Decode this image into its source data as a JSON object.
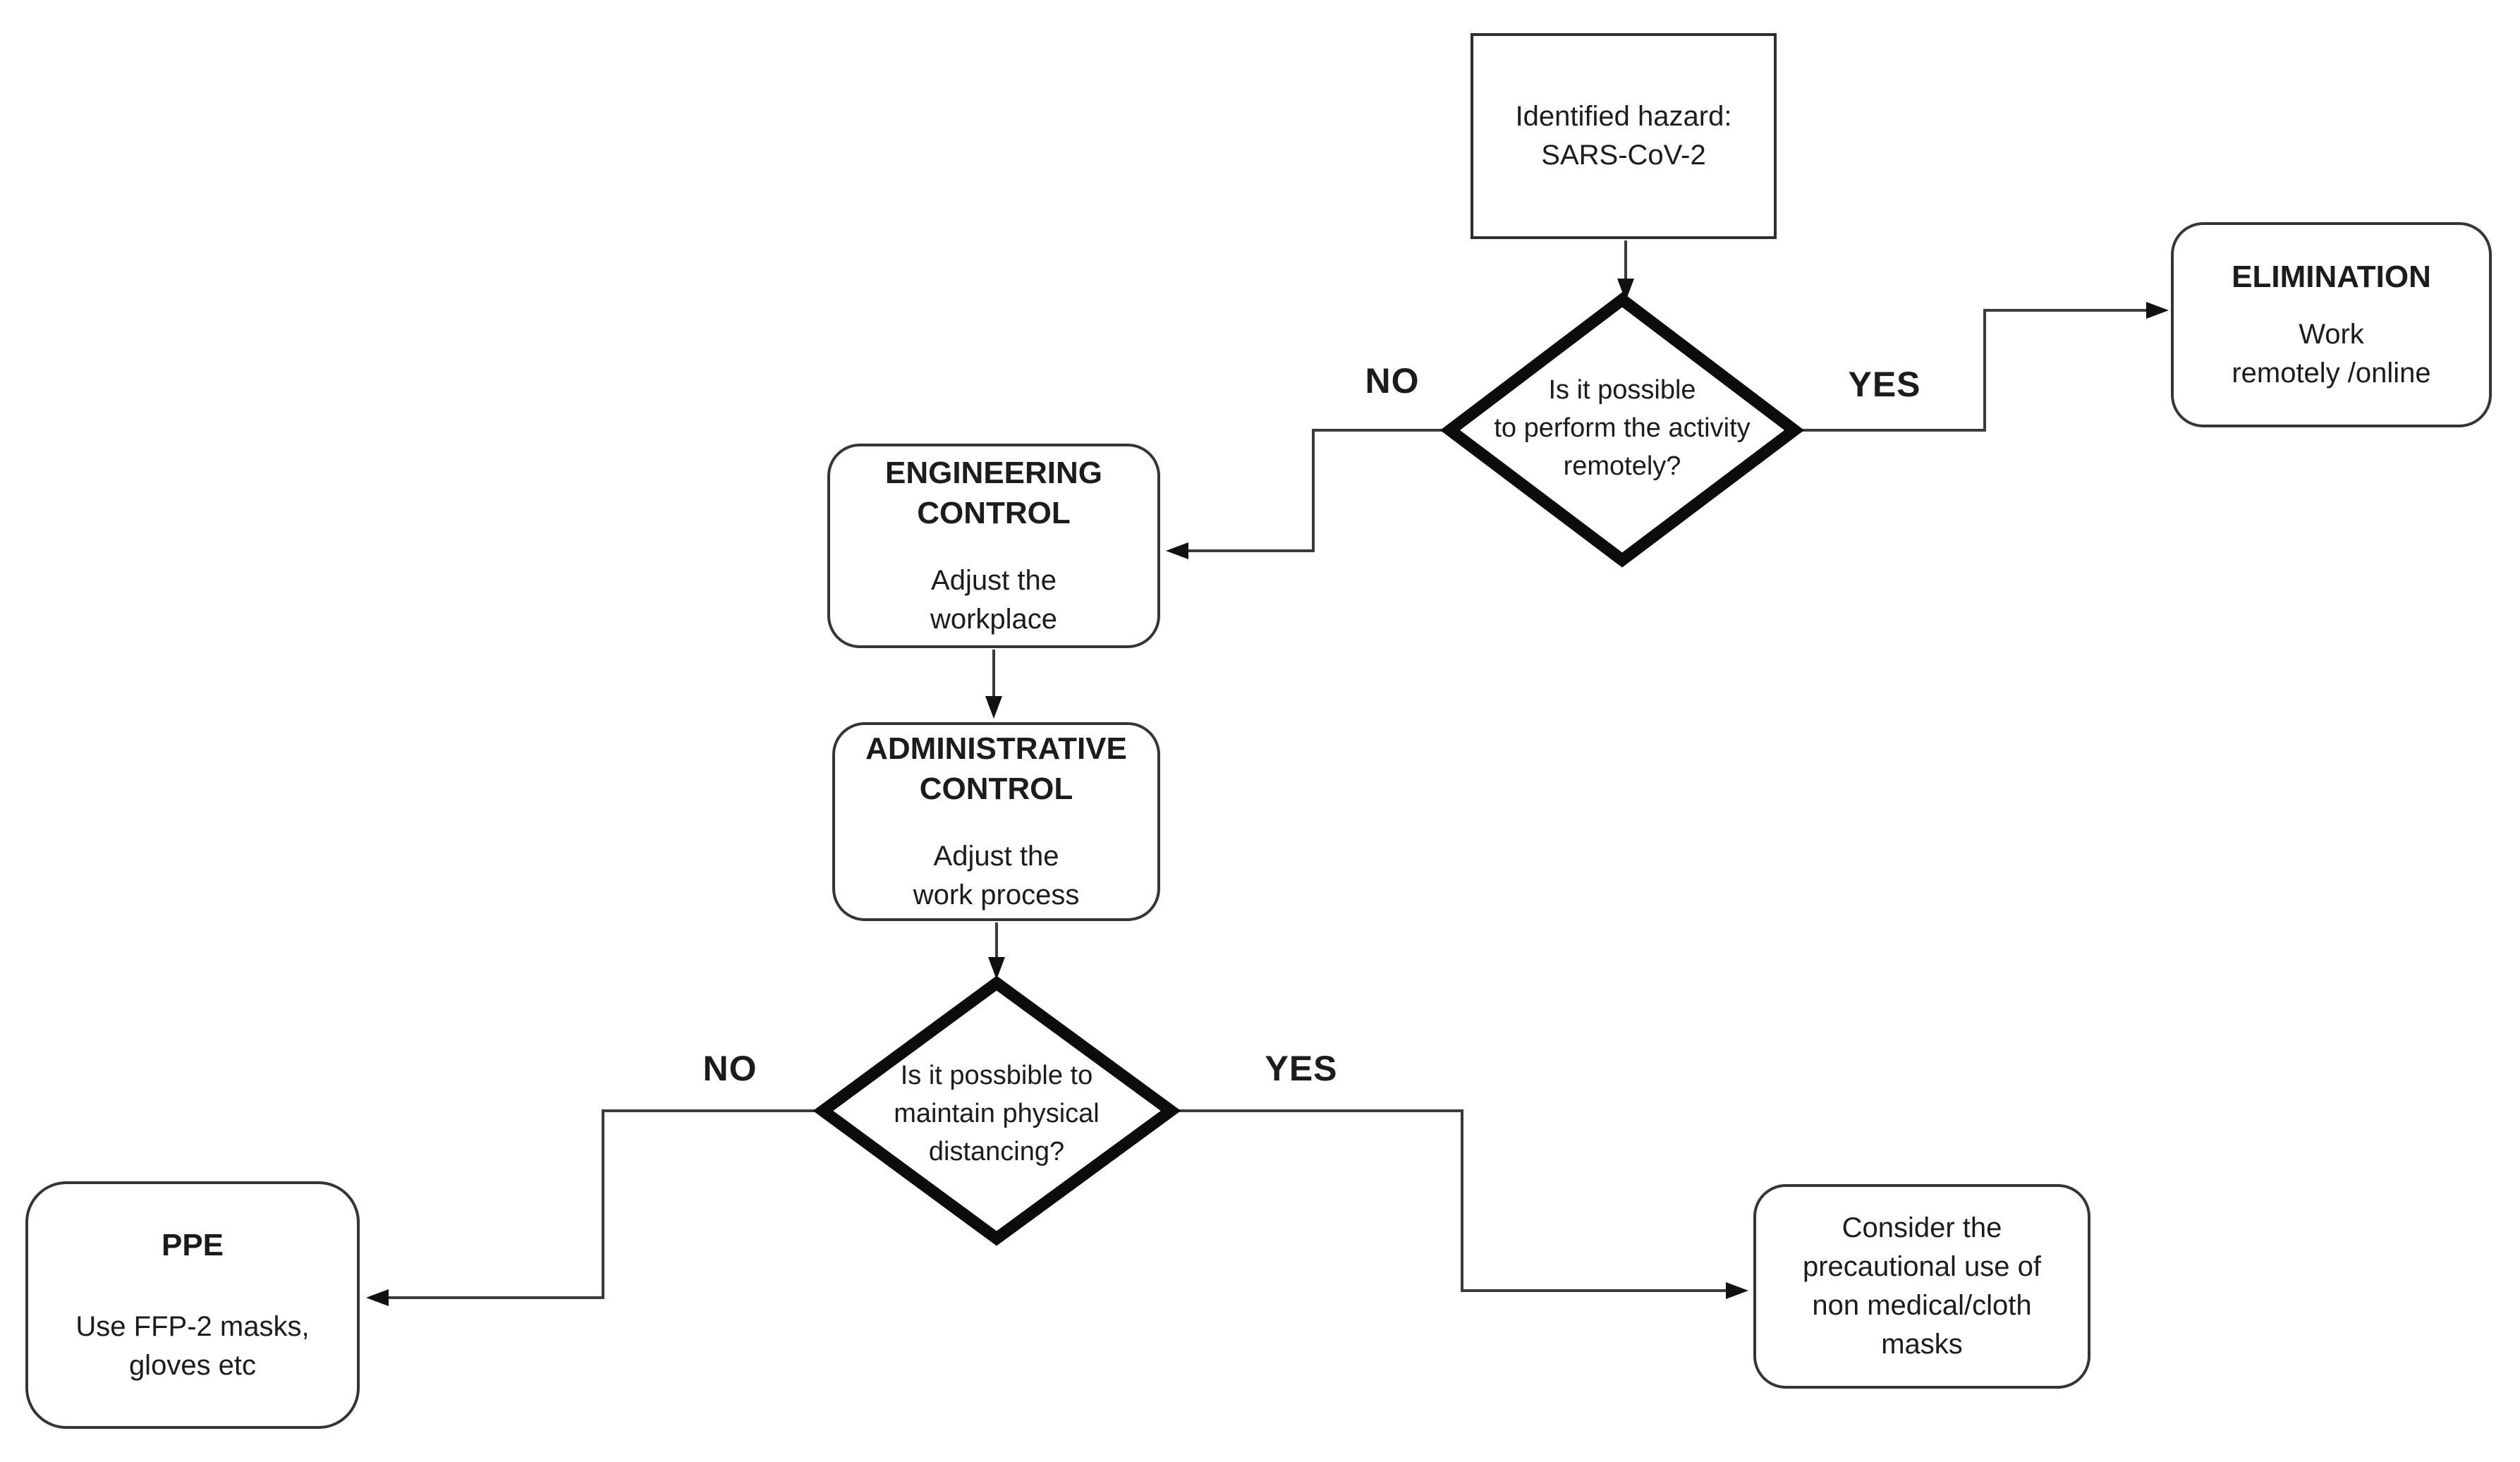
{
  "diagram": {
    "nodes": {
      "hazard": {
        "text": "Identified hazard:\nSARS-CoV-2"
      },
      "decision_remote": {
        "text": "Is it possible\nto perform the activity\nremotely?"
      },
      "elimination": {
        "title": "ELIMINATION",
        "body": "Work\nremotely /online"
      },
      "engineering_control": {
        "title": "ENGINEERING\nCONTROL",
        "body": "Adjust the\nworkplace"
      },
      "administrative_control": {
        "title": "ADMINISTRATIVE\nCONTROL",
        "body": "Adjust the\nwork process"
      },
      "decision_distancing": {
        "text": "Is it possbible to\nmaintain physical\ndistancing?"
      },
      "ppe": {
        "title": "PPE",
        "body": "Use FFP-2 masks,\ngloves etc"
      },
      "cloth_masks": {
        "text": "Consider the\nprecautional use of\nnon medical/cloth\nmasks"
      }
    },
    "edge_labels": {
      "remote_no": "NO",
      "remote_yes": "YES",
      "distancing_no": "NO",
      "distancing_yes": "YES"
    },
    "colors": {
      "background": "#ffffff",
      "connector_line": "#3b3b3b",
      "arrowhead": "#111111",
      "diamond_border": "#0c0c0c",
      "box_border": "#353535",
      "text": "#1c1c1c"
    }
  }
}
